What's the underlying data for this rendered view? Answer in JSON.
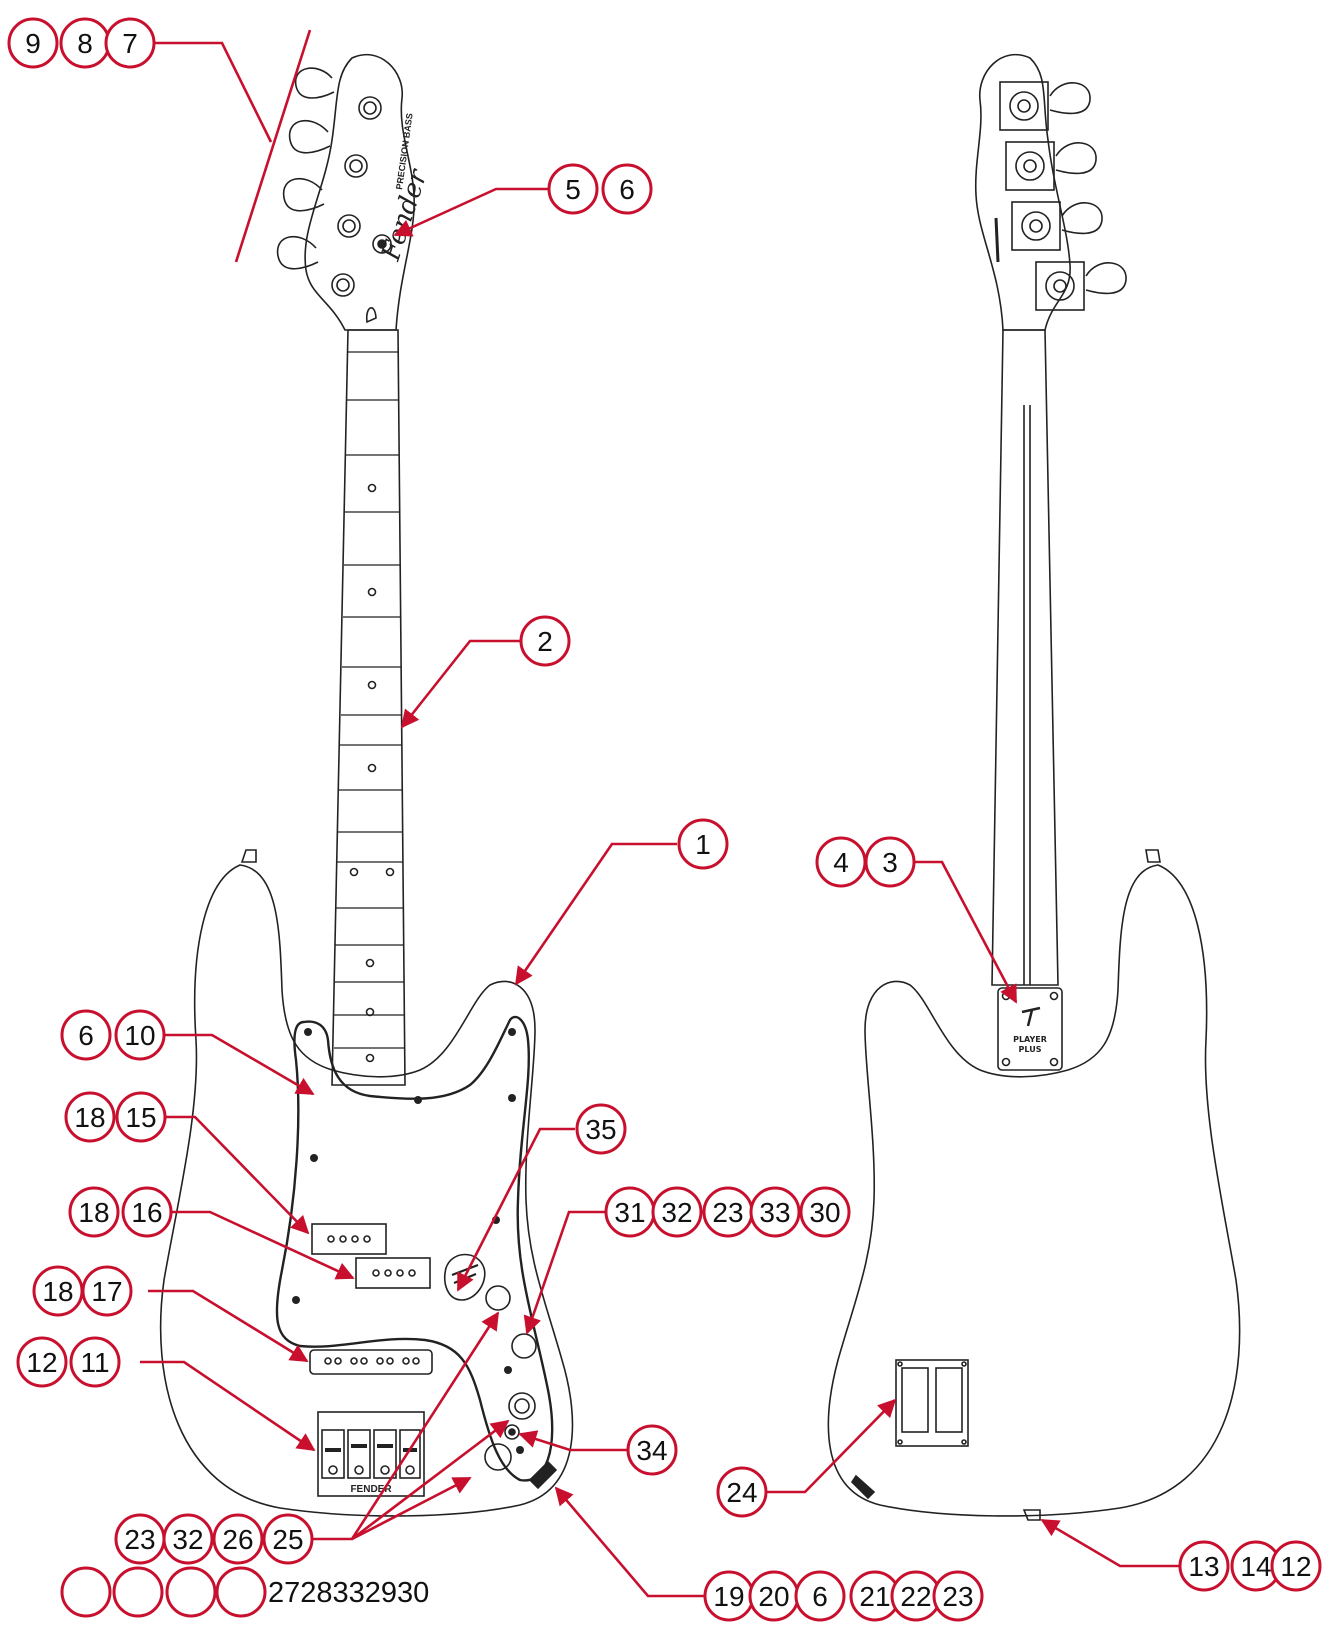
{
  "colors": {
    "callout": "#c8102e",
    "outline": "#222222",
    "background": "#ffffff"
  },
  "headstock_text": {
    "brand": "Fender",
    "model": "PRECISION BASS"
  },
  "neckplate_text": {
    "line1": "PLAYER",
    "line2": "PLUS"
  },
  "bridge_text": "FENDER",
  "callouts": [
    {
      "id": "c9",
      "label": "9"
    },
    {
      "id": "c8",
      "label": "8"
    },
    {
      "id": "c7",
      "label": "7"
    },
    {
      "id": "c5",
      "label": "5"
    },
    {
      "id": "c6a",
      "label": "6"
    },
    {
      "id": "c2",
      "label": "2"
    },
    {
      "id": "c1",
      "label": "1"
    },
    {
      "id": "c6b",
      "label": "6"
    },
    {
      "id": "c10",
      "label": "10"
    },
    {
      "id": "c18a",
      "label": "18"
    },
    {
      "id": "c15",
      "label": "15"
    },
    {
      "id": "c35",
      "label": "35"
    },
    {
      "id": "c18b",
      "label": "18"
    },
    {
      "id": "c16",
      "label": "16"
    },
    {
      "id": "c31",
      "label": "31"
    },
    {
      "id": "c32a",
      "label": "32"
    },
    {
      "id": "c23a",
      "label": "23"
    },
    {
      "id": "c33",
      "label": "33"
    },
    {
      "id": "c30",
      "label": "30"
    },
    {
      "id": "c18c",
      "label": "18"
    },
    {
      "id": "c17",
      "label": "17"
    },
    {
      "id": "c12a",
      "label": "12"
    },
    {
      "id": "c11",
      "label": "11"
    },
    {
      "id": "c34",
      "label": "34"
    },
    {
      "id": "c23b",
      "label": "23"
    },
    {
      "id": "c32b",
      "label": "32"
    },
    {
      "id": "c26",
      "label": "26"
    },
    {
      "id": "c25",
      "label": "25"
    },
    {
      "id": "e1",
      "label": ""
    },
    {
      "id": "e2",
      "label": ""
    },
    {
      "id": "e3",
      "label": ""
    },
    {
      "id": "e4",
      "label": ""
    },
    {
      "id": "c19",
      "label": "19"
    },
    {
      "id": "c20",
      "label": "20"
    },
    {
      "id": "c6c",
      "label": "6"
    },
    {
      "id": "c21",
      "label": "21"
    },
    {
      "id": "c22",
      "label": "22"
    },
    {
      "id": "c23c",
      "label": "23"
    },
    {
      "id": "c4",
      "label": "4"
    },
    {
      "id": "c3",
      "label": "3"
    },
    {
      "id": "c24",
      "label": "24"
    },
    {
      "id": "c13",
      "label": "13"
    },
    {
      "id": "c14",
      "label": "14"
    },
    {
      "id": "c12b",
      "label": "12"
    }
  ],
  "loose_text": "2728332930"
}
